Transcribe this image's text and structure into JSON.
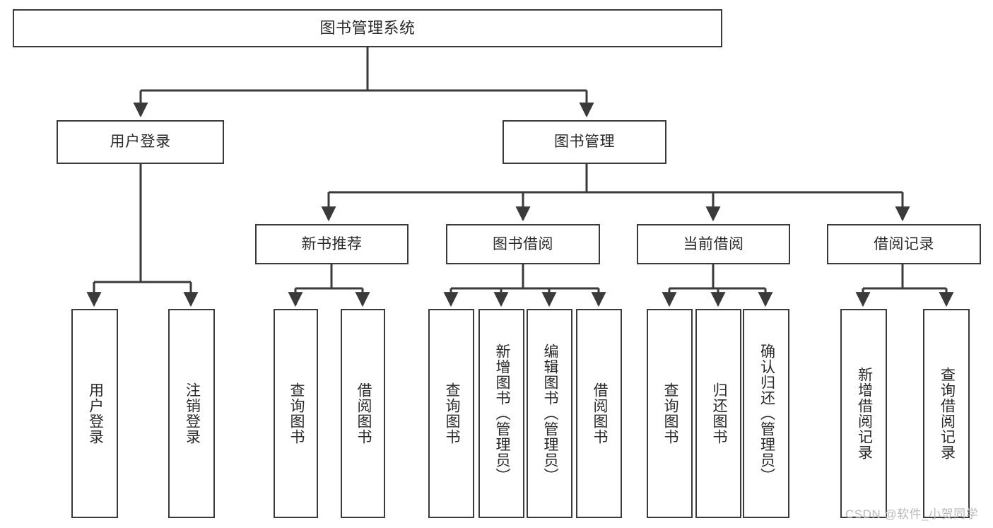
{
  "diagram": {
    "title": "图书管理系统",
    "type": "tree-hierarchy",
    "orientation": "top-down",
    "box_border_color": "#3a3a3a",
    "box_fill_color": "#ffffff",
    "connector_color": "#3a3a3a",
    "text_color": "#2a2a2a"
  },
  "nodes": {
    "root": {
      "label": "图书管理系统",
      "level": 1
    },
    "level2": [
      {
        "id": "user-login",
        "label": "用户登录"
      },
      {
        "id": "book-management",
        "label": "图书管理"
      }
    ],
    "level3": [
      {
        "id": "new-book-recommend",
        "label": "新书推荐",
        "parent": "book-management"
      },
      {
        "id": "book-borrow",
        "label": "图书借阅",
        "parent": "book-management"
      },
      {
        "id": "current-borrow",
        "label": "当前借阅",
        "parent": "book-management"
      },
      {
        "id": "borrow-record",
        "label": "借阅记录",
        "parent": "book-management"
      }
    ],
    "leaves": [
      {
        "id": "leaf-user-login",
        "label": "用户登录",
        "parent": "user-login"
      },
      {
        "id": "leaf-logout",
        "label": "注销登录",
        "parent": "user-login"
      },
      {
        "id": "leaf-query-book-1",
        "label": "查询图书",
        "parent": "new-book-recommend"
      },
      {
        "id": "leaf-borrow-book-1",
        "label": "借阅图书",
        "parent": "new-book-recommend"
      },
      {
        "id": "leaf-query-book-2",
        "label": "查询图书",
        "parent": "book-borrow"
      },
      {
        "id": "leaf-add-book",
        "label": "新增图书（管理员）",
        "parent": "book-borrow"
      },
      {
        "id": "leaf-edit-book",
        "label": "编辑图书（管理员）",
        "parent": "book-borrow"
      },
      {
        "id": "leaf-borrow-book-2",
        "label": "借阅图书",
        "parent": "book-borrow"
      },
      {
        "id": "leaf-query-book-3",
        "label": "查询图书",
        "parent": "current-borrow"
      },
      {
        "id": "leaf-return-book",
        "label": "归还图书",
        "parent": "current-borrow"
      },
      {
        "id": "leaf-confirm-return",
        "label": "确认归还（管理员）",
        "parent": "current-borrow"
      },
      {
        "id": "leaf-add-record",
        "label": "新增借阅记录",
        "parent": "borrow-record"
      },
      {
        "id": "leaf-query-record",
        "label": "查询借阅记录",
        "parent": "borrow-record"
      }
    ]
  },
  "watermark": {
    "text": "CSDN @软件_小贺同学"
  }
}
